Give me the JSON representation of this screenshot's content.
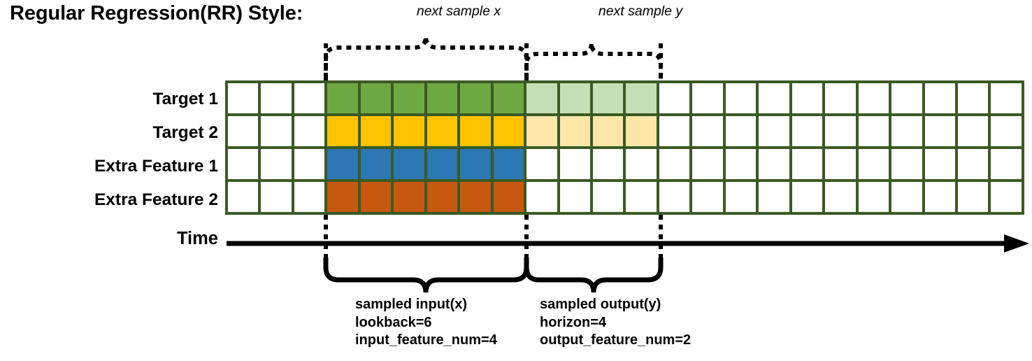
{
  "title": "Regular Regression(RR) Style:",
  "rows": [
    {
      "label": "Target 1",
      "input_color": "#6fa843",
      "output_color": "#c5dfb4",
      "has_output": true
    },
    {
      "label": "Target 2",
      "input_color": "#fdc300",
      "output_color": "#fce7a9",
      "has_output": true
    },
    {
      "label": "Extra Feature 1",
      "input_color": "#2d77b5",
      "output_color": "#ffffff",
      "has_output": false
    },
    {
      "label": "Extra Feature 2",
      "input_color": "#c6590f",
      "output_color": "#ffffff",
      "has_output": false
    }
  ],
  "grid": {
    "total_columns": 24,
    "leading_empty_columns": 3,
    "input_columns": 6,
    "output_columns": 4,
    "trailing_empty_columns": 11,
    "border_color": "#3a5a23",
    "empty_cell_color": "#ffffff"
  },
  "annotations": {
    "next_sample_x": "next sample x",
    "next_sample_y": "next sample y"
  },
  "time_axis": {
    "label": "Time"
  },
  "captions": {
    "input": {
      "line1": "sampled input(x)",
      "line2": "lookback=6",
      "line3": "input_feature_num=4"
    },
    "output": {
      "line1": "sampled output(y)",
      "line2": "horizon=4",
      "line3": "output_feature_num=2"
    }
  }
}
